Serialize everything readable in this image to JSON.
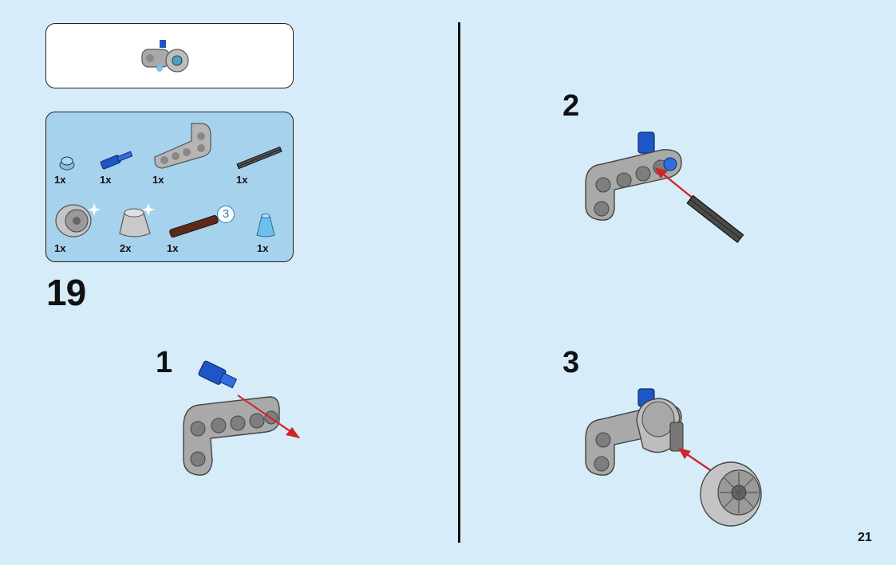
{
  "step_number": "19",
  "page_number": "21",
  "parts_list": {
    "callout_number": "3",
    "row1": [
      {
        "name": "light-blue-round-plate",
        "qty": "1x"
      },
      {
        "name": "blue-axle-pin",
        "qty": "1x"
      },
      {
        "name": "gray-l-beam",
        "qty": "1x"
      },
      {
        "name": "black-axle",
        "qty": "1x"
      }
    ],
    "row2": [
      {
        "name": "wheel-rim",
        "qty": "1x"
      },
      {
        "name": "gray-cone",
        "qty": "2x"
      },
      {
        "name": "brown-axle",
        "qty": "1x"
      },
      {
        "name": "trans-blue-cone",
        "qty": "1x"
      }
    ]
  },
  "sub_steps": [
    {
      "label": "1"
    },
    {
      "label": "2"
    },
    {
      "label": "3"
    }
  ],
  "colors": {
    "background": "#d6ecf8",
    "parts_box": "#a7d2ee",
    "beam_gray": "#a9a9a9",
    "pin_blue": "#1f56c7",
    "arrow_red": "#d2232a",
    "brown": "#5b2b1a"
  }
}
